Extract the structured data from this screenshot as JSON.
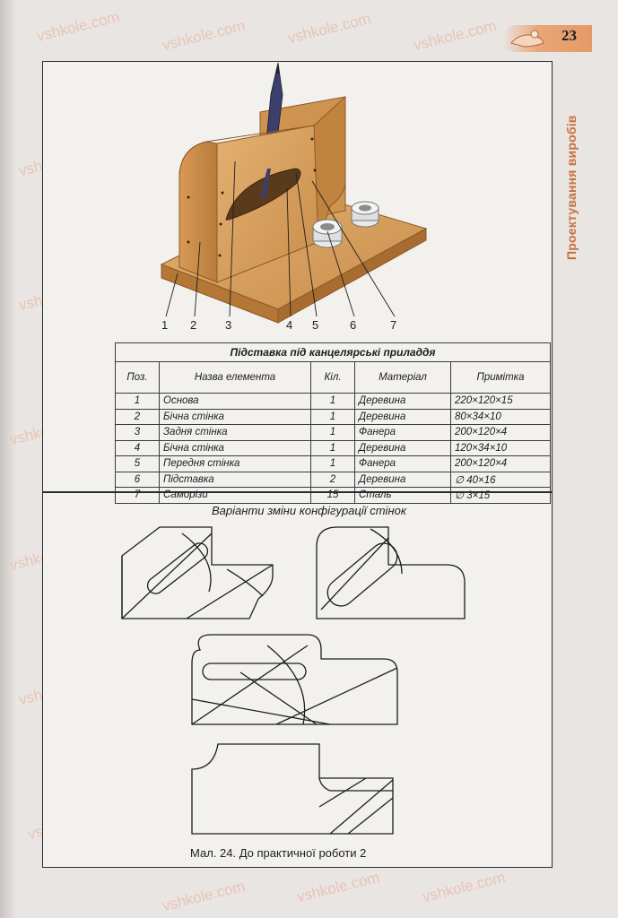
{
  "header": {
    "page_number": "23",
    "section_title": "Проектування виробів"
  },
  "watermark": {
    "text": "vshkole.com"
  },
  "illustration": {
    "callouts": [
      "1",
      "2",
      "3",
      "4",
      "5",
      "6",
      "7"
    ]
  },
  "table": {
    "caption": "Підставка під канцелярські приладдя",
    "columns": [
      "Поз.",
      "Назва елемента",
      "Кіл.",
      "Матеріал",
      "Примітка"
    ],
    "rows": [
      [
        "1",
        "Основа",
        "1",
        "Деревина",
        "220×120×15"
      ],
      [
        "2",
        "Бічна стінка",
        "1",
        "Деревина",
        "80×34×10"
      ],
      [
        "3",
        "Задня стінка",
        "1",
        "Фанера",
        "200×120×4"
      ],
      [
        "4",
        "Бічна стінка",
        "1",
        "Деревина",
        "120×34×10"
      ],
      [
        "5",
        "Передня стінка",
        "1",
        "Фанера",
        "200×120×4"
      ],
      [
        "6",
        "Підставка",
        "2",
        "Деревина",
        "∅ 40×16"
      ],
      [
        "7",
        "Саморізи",
        "15",
        "Сталь",
        "∅ 3×15"
      ]
    ]
  },
  "variants": {
    "title": "Варіанти зміни конфігурації стінок"
  },
  "figure_caption": "Мал. 24.  До практичної роботи 2",
  "colors": {
    "accent": "#e59a66",
    "section_title": "#c8703c",
    "wood": "#d9a25f",
    "ink": "#1d1d1f"
  }
}
